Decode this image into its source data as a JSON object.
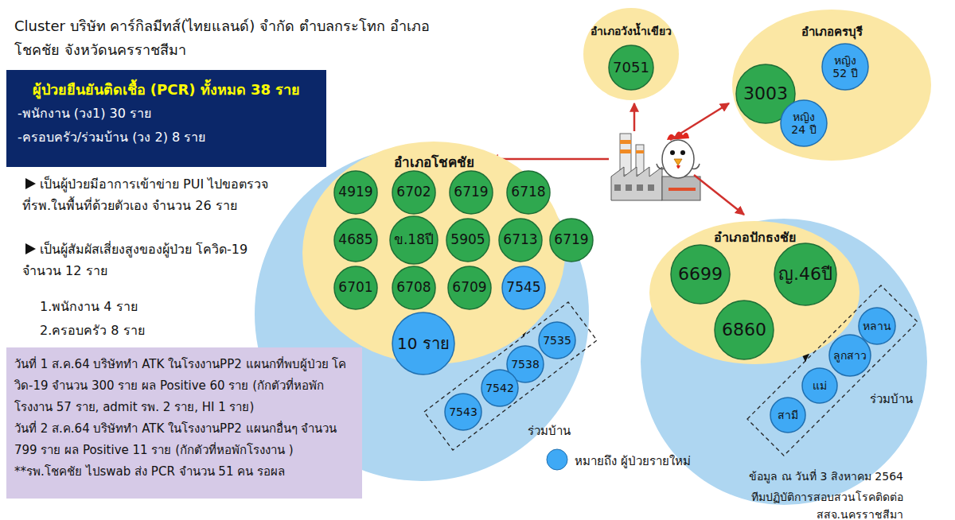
{
  "diagram": {
    "title": "Cluster บริษัท คาร์กิลมีทส์(ไทยแลนด์) จำกัด ตำบลกระโทก อำเภอโชคชัย จังหวัดนครราชสีมา",
    "nodes": [
      {
        "text": [
          "ผู้ป่วยยืนยันติดเชื้อ (PCR) ทั้งหมด 38 ราย",
          "-พนักงาน (วง1) 30 ราย",
          "-ครอบครัว/ร่วมบ้าน (วง 2) 8 ราย"
        ]
      },
      {
        "text": [
          "วันที่ 1 ส.ค.64 บริษัททำ ATK ในโรงงานPP2 แผนกที่พบผู้ป่วย โควิด-19 จำนวน 300 ราย ผล Positive 60 ราย (กักตัวที่หอพักโรงงาน 57 ราย, admit รพ. 2 ราย, HI 1 ราย)",
          "วันที่ 2 ส.ค.64 บริษัททำ ATK ในโรงงานPP2 แผนกอื่นๆ จำนวน 799 ราย ผล Positive 11 ราย (กักตัวที่หอพักโรงงาน )",
          "**รพ.โชคชัย ไปswab ส่ง PCR จำนวน 51 คน รอผล"
        ]
      },
      {
        "text": [
          "อำเภอวังน้ำเขียว"
        ]
      },
      {
        "text": [
          "7051"
        ],
        "in": 2
      },
      {
        "text": [
          "อำเภอครบุรี"
        ]
      },
      {
        "text": [
          "3003"
        ],
        "in": 4
      },
      {
        "text": [
          "หญิง 52 ปี"
        ],
        "in": 4
      },
      {
        "text": [
          "หญิง 24 ปี"
        ],
        "in": 4
      },
      {
        "text": [
          "อำเภอโชคชัย"
        ]
      },
      {
        "text": [
          "4919"
        ],
        "in": 8
      },
      {
        "text": [
          "6702"
        ],
        "in": 8
      },
      {
        "text": [
          "6719"
        ],
        "in": 8
      },
      {
        "text": [
          "6718"
        ],
        "in": 8
      },
      {
        "text": [
          "4685"
        ],
        "in": 8
      },
      {
        "text": [
          "ข.18ปี"
        ],
        "in": 8
      },
      {
        "text": [
          "5905"
        ],
        "in": 8
      },
      {
        "text": [
          "6713"
        ],
        "in": 8
      },
      {
        "text": [
          "6719"
        ],
        "in": 8
      },
      {
        "text": [
          "6701"
        ],
        "in": 8
      },
      {
        "text": [
          "6708"
        ],
        "in": 8
      },
      {
        "text": [
          "6709"
        ],
        "in": 8
      },
      {
        "text": [
          "7545"
        ],
        "in": 8
      },
      {
        "text": [
          "10 ราย"
        ],
        "in": 8
      },
      {
        "text": [
          "ร่วมบ้าน"
        ]
      },
      {
        "text": [
          "7535"
        ],
        "in": 23
      },
      {
        "text": [
          "7538"
        ],
        "in": 23
      },
      {
        "text": [
          "7542"
        ],
        "in": 23
      },
      {
        "text": [
          "7543"
        ],
        "in": 23
      },
      {
        "text": [
          "อำเภอปักธงชัย"
        ]
      },
      {
        "text": [
          "6699"
        ],
        "in": 28
      },
      {
        "text": [
          "ญ.46ปี"
        ],
        "in": 28
      },
      {
        "text": [
          "6860"
        ],
        "in": 28
      },
      {
        "text": [
          "ร่วมบ้าน"
        ]
      },
      {
        "text": [
          "หลาน"
        ],
        "in": 32
      },
      {
        "text": [
          "ลูกสาว"
        ],
        "in": 32
      },
      {
        "text": [
          "แม่"
        ],
        "in": 32
      },
      {
        "text": [
          "สามี"
        ],
        "in": 32
      }
    ],
    "edges": [
      {
        "from": 9,
        "to": 13,
        "arrow": "to"
      },
      {
        "from": 21,
        "to": 23,
        "arrow": "to"
      },
      {
        "from": 30,
        "to": 32,
        "arrow": "to"
      }
    ],
    "labels": [
      "เป็นผู้ป่วยมีอาการเข้าข่าย PUI ไปขอตรวจที่รพ.ในพื้นที่ด้วยตัวเอง จำนวน 26 ราย",
      "เป็นผู้สัมผัสเสี่ยงสูงของผู้ป่วย โควิด-19 จำนวน 12 ราย",
      "1.พนักงาน 4 ราย",
      "2.ครอบครัว 8 ราย",
      "ข้อมูล ณ วันที่ 3 สิงหาคม 2564",
      "ทีมปฏิบัติการสอบสวนโรคติดต่อ สสจ.นครราชสีมา"
    ],
    "legend": [
      {
        "text": "หมายถึง ผู้ป่วยรายใหม่",
        "color": "#3fa9f5"
      }
    ]
  }
}
